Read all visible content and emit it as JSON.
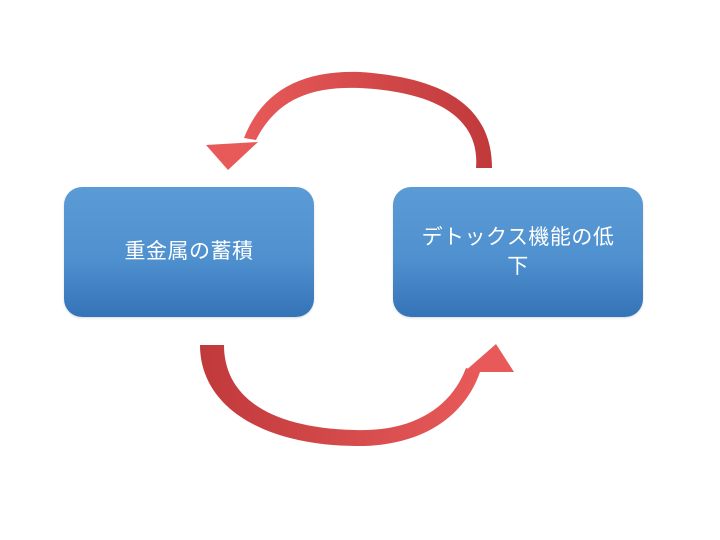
{
  "diagram": {
    "nodes": [
      {
        "label": "重金属の蓄積"
      },
      {
        "label": "デトックス機能の低下"
      }
    ],
    "edges": [
      {
        "from": "デトックス機能の低下",
        "to": "重金属の蓄積",
        "direction": "top-arc"
      },
      {
        "from": "重金属の蓄積",
        "to": "デトックス機能の低下",
        "direction": "bottom-arc"
      }
    ],
    "colors": {
      "box_top": "#5b9bd5",
      "box_bottom": "#3573b7",
      "arrow_light": "#e85a5a",
      "arrow_dark": "#c0393b",
      "text": "#ffffff"
    }
  }
}
